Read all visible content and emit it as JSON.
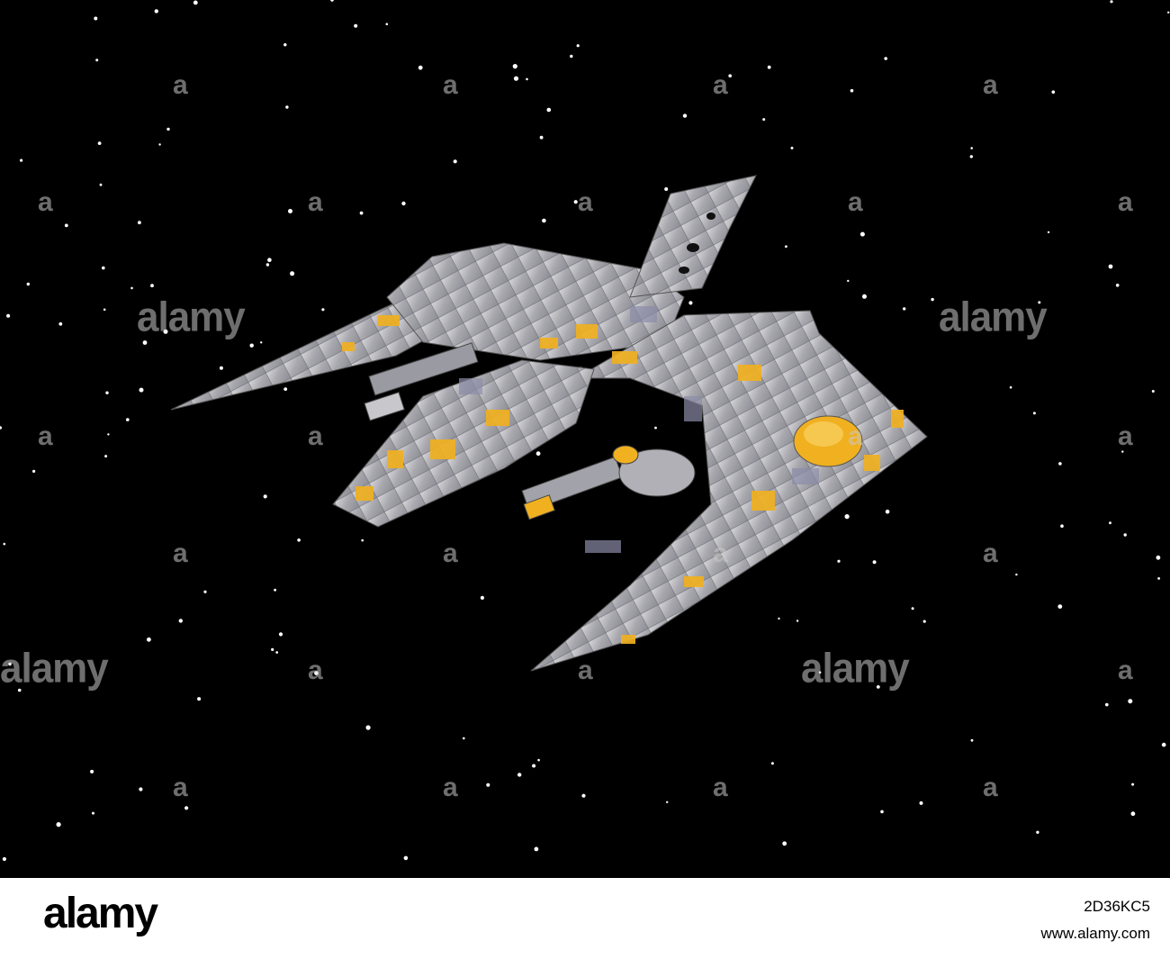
{
  "watermark": {
    "word": "alamy",
    "mark": "a"
  },
  "footer": {
    "logo": "alamy",
    "image_id": "2D36KC5",
    "url": "www.alamy.com"
  },
  "colors": {
    "space": "#000000",
    "hull": "#b8b8bc",
    "panel_accent": "#f0b020",
    "panel_shadow": "#8c8ca8"
  },
  "subject": "spaceship-render"
}
